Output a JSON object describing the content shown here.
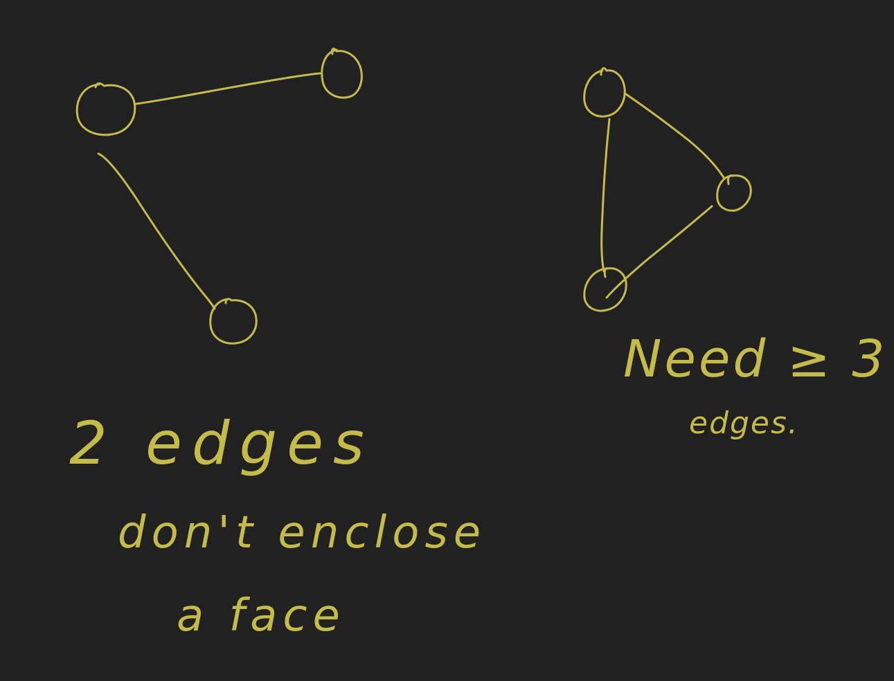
{
  "annotations": {
    "left_caption_line1": "2 edges",
    "left_caption_line2": "don't enclose",
    "left_caption_line3": "a face",
    "right_caption_line1": "Need ≥ 3",
    "right_caption_line2": "edges."
  },
  "graphs": {
    "left": {
      "vertex_count": 3,
      "edge_count": 2
    },
    "right": {
      "vertex_count": 3,
      "edge_count": 3
    }
  },
  "colors": {
    "background": "#212121",
    "ink": "#c4bc46"
  }
}
